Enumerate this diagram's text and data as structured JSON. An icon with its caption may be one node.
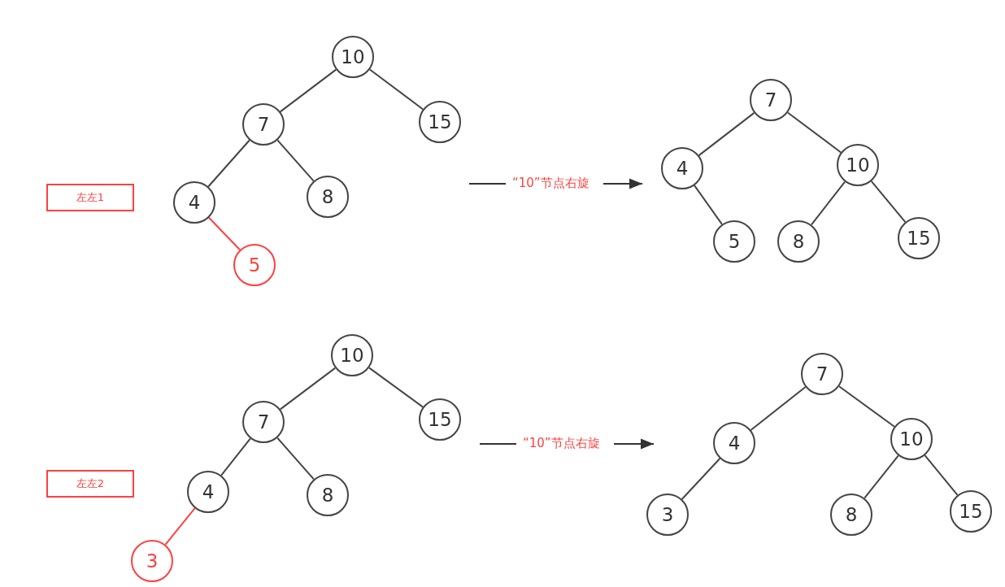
{
  "diagram": {
    "nodes": [
      {
        "text": [
          "10"
        ]
      },
      {
        "text": [
          "7"
        ]
      },
      {
        "text": [
          "15"
        ]
      },
      {
        "text": [
          "4"
        ]
      },
      {
        "text": [
          "8"
        ]
      },
      {
        "text": [
          "5"
        ]
      },
      {
        "text": [
          "左左1"
        ]
      },
      {
        "text": [
          "7"
        ]
      },
      {
        "text": [
          "4"
        ]
      },
      {
        "text": [
          "10"
        ]
      },
      {
        "text": [
          "5"
        ]
      },
      {
        "text": [
          "8"
        ]
      },
      {
        "text": [
          "15"
        ]
      },
      {
        "text": [
          "10"
        ]
      },
      {
        "text": [
          "7"
        ]
      },
      {
        "text": [
          "15"
        ]
      },
      {
        "text": [
          "4"
        ]
      },
      {
        "text": [
          "8"
        ]
      },
      {
        "text": [
          "3"
        ]
      },
      {
        "text": [
          "左左2"
        ]
      },
      {
        "text": [
          "7"
        ]
      },
      {
        "text": [
          "4"
        ]
      },
      {
        "text": [
          "10"
        ]
      },
      {
        "text": [
          "3"
        ]
      },
      {
        "text": [
          "8"
        ]
      },
      {
        "text": [
          "15"
        ]
      }
    ],
    "edges": [
      {
        "from": 0,
        "to": 1,
        "arrow": "none"
      },
      {
        "from": 0,
        "to": 2,
        "arrow": "none"
      },
      {
        "from": 1,
        "to": 3,
        "arrow": "none"
      },
      {
        "from": 1,
        "to": 4,
        "arrow": "none"
      },
      {
        "from": 3,
        "to": 5,
        "arrow": "none",
        "color": "#ff4040"
      },
      {
        "from": 7,
        "to": 8,
        "arrow": "none"
      },
      {
        "from": 7,
        "to": 9,
        "arrow": "none"
      },
      {
        "from": 8,
        "to": 10,
        "arrow": "none"
      },
      {
        "from": 9,
        "to": 11,
        "arrow": "none"
      },
      {
        "from": 9,
        "to": 12,
        "arrow": "none"
      },
      {
        "from": 13,
        "to": 14,
        "arrow": "none"
      },
      {
        "from": 13,
        "to": 15,
        "arrow": "none"
      },
      {
        "from": 14,
        "to": 16,
        "arrow": "none"
      },
      {
        "from": 14,
        "to": 17,
        "arrow": "none"
      },
      {
        "from": 16,
        "to": 18,
        "arrow": "none",
        "color": "#ff4040"
      },
      {
        "from": 20,
        "to": 21,
        "arrow": "none"
      },
      {
        "from": 20,
        "to": 22,
        "arrow": "none"
      },
      {
        "from": 21,
        "to": 23,
        "arrow": "none"
      },
      {
        "from": 22,
        "to": 24,
        "arrow": "none"
      },
      {
        "from": 22,
        "to": 25,
        "arrow": "none"
      }
    ],
    "labels": [
      "“10”节点右旋",
      "“10”节点右旋"
    ]
  }
}
